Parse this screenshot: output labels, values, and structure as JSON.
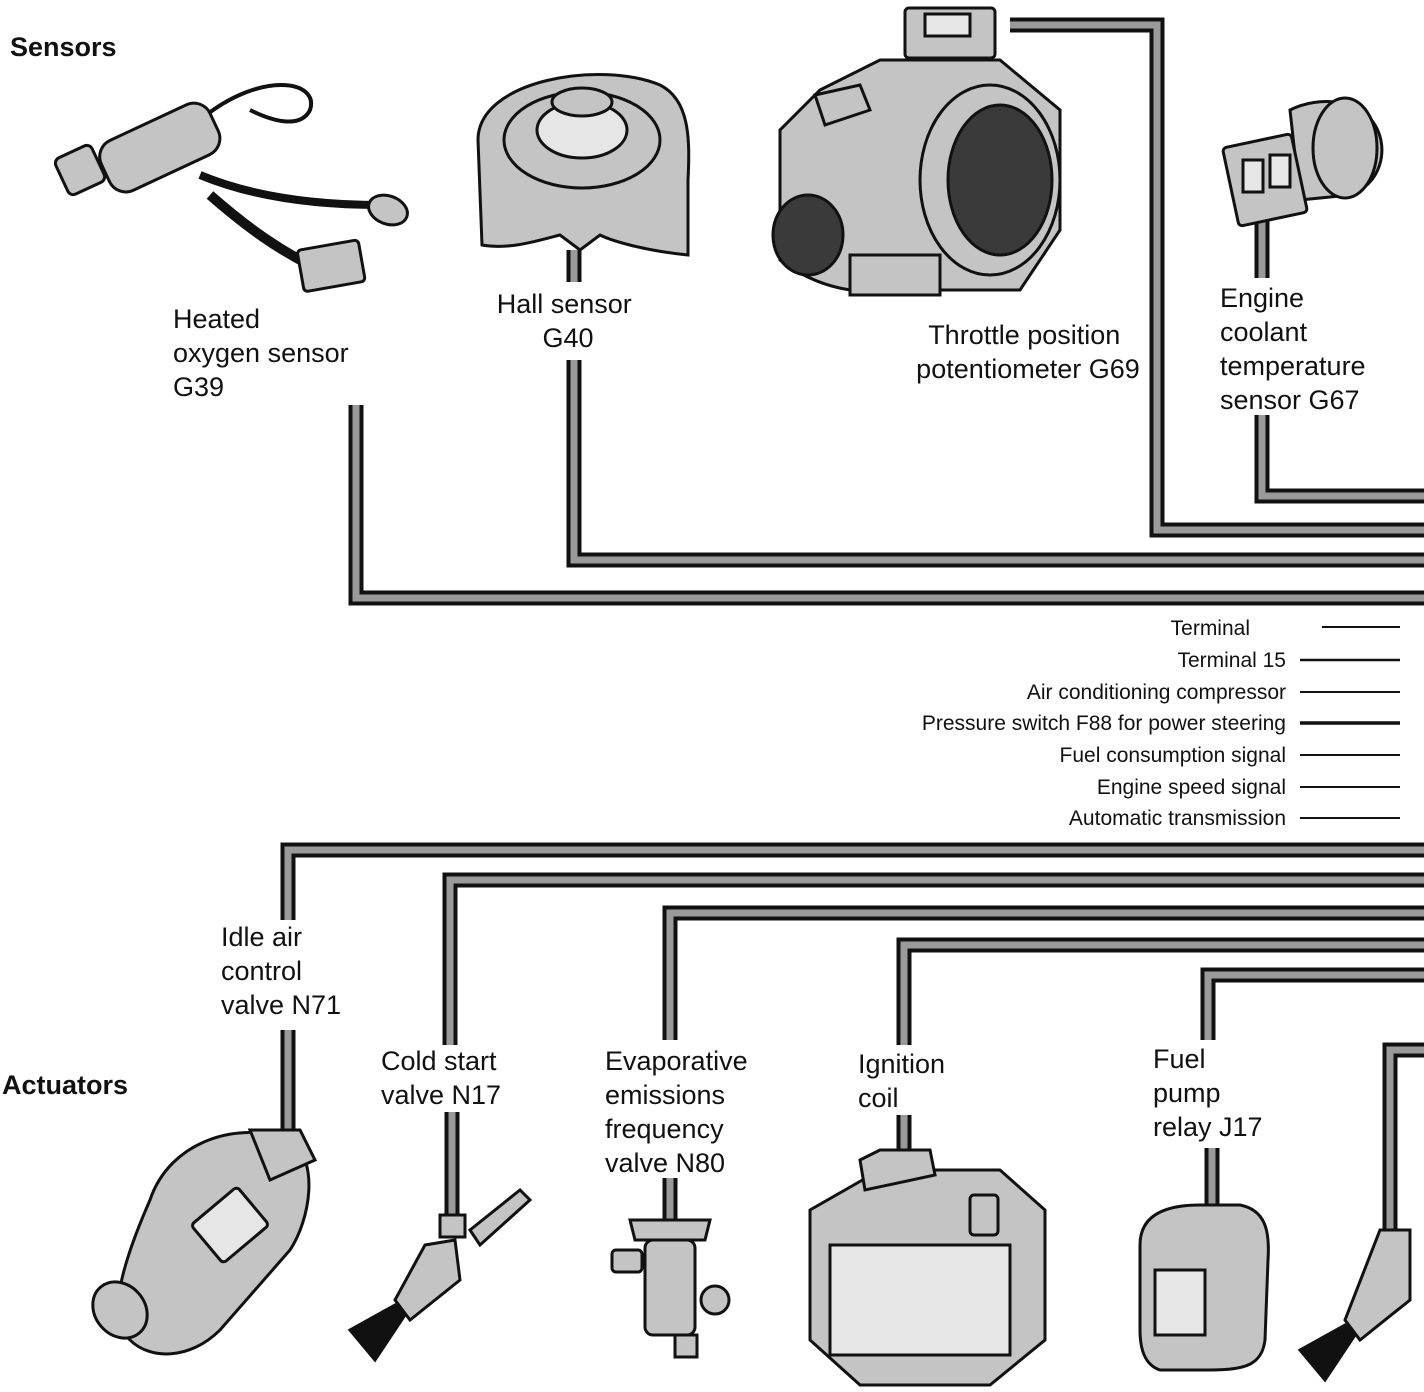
{
  "headings": {
    "sensors": "Sensors",
    "actuators": "Actuators"
  },
  "sensors": {
    "oxygen": [
      "Heated",
      "oxygen sensor",
      "G39"
    ],
    "hall": [
      "Hall sensor",
      "G40"
    ],
    "throttle": [
      "Throttle position",
      "potentiometer G69"
    ],
    "coolant": [
      "Engine",
      "coolant",
      "temperature",
      "sensor G67"
    ]
  },
  "actuators": {
    "idle_air": [
      "Idle air",
      "control",
      "valve N71"
    ],
    "cold_start": [
      "Cold start",
      "valve N17"
    ],
    "evap": [
      "Evaporative",
      "emissions",
      "frequency",
      "valve N80"
    ],
    "ignition": [
      "Ignition",
      "coil"
    ],
    "fuel_pump": [
      "Fuel",
      "pump",
      "relay J17"
    ]
  },
  "legend": [
    "Terminal",
    "Terminal 15",
    "Air conditioning compressor",
    "Pressure switch F88 for power steering",
    "Fuel consumption signal",
    "Engine speed signal",
    "Automatic transmission"
  ],
  "colors": {
    "wire_fill": "#9a9a9a",
    "wire_outline": "#111111",
    "component_fill": "#c4c4c4",
    "ink": "#111111"
  }
}
